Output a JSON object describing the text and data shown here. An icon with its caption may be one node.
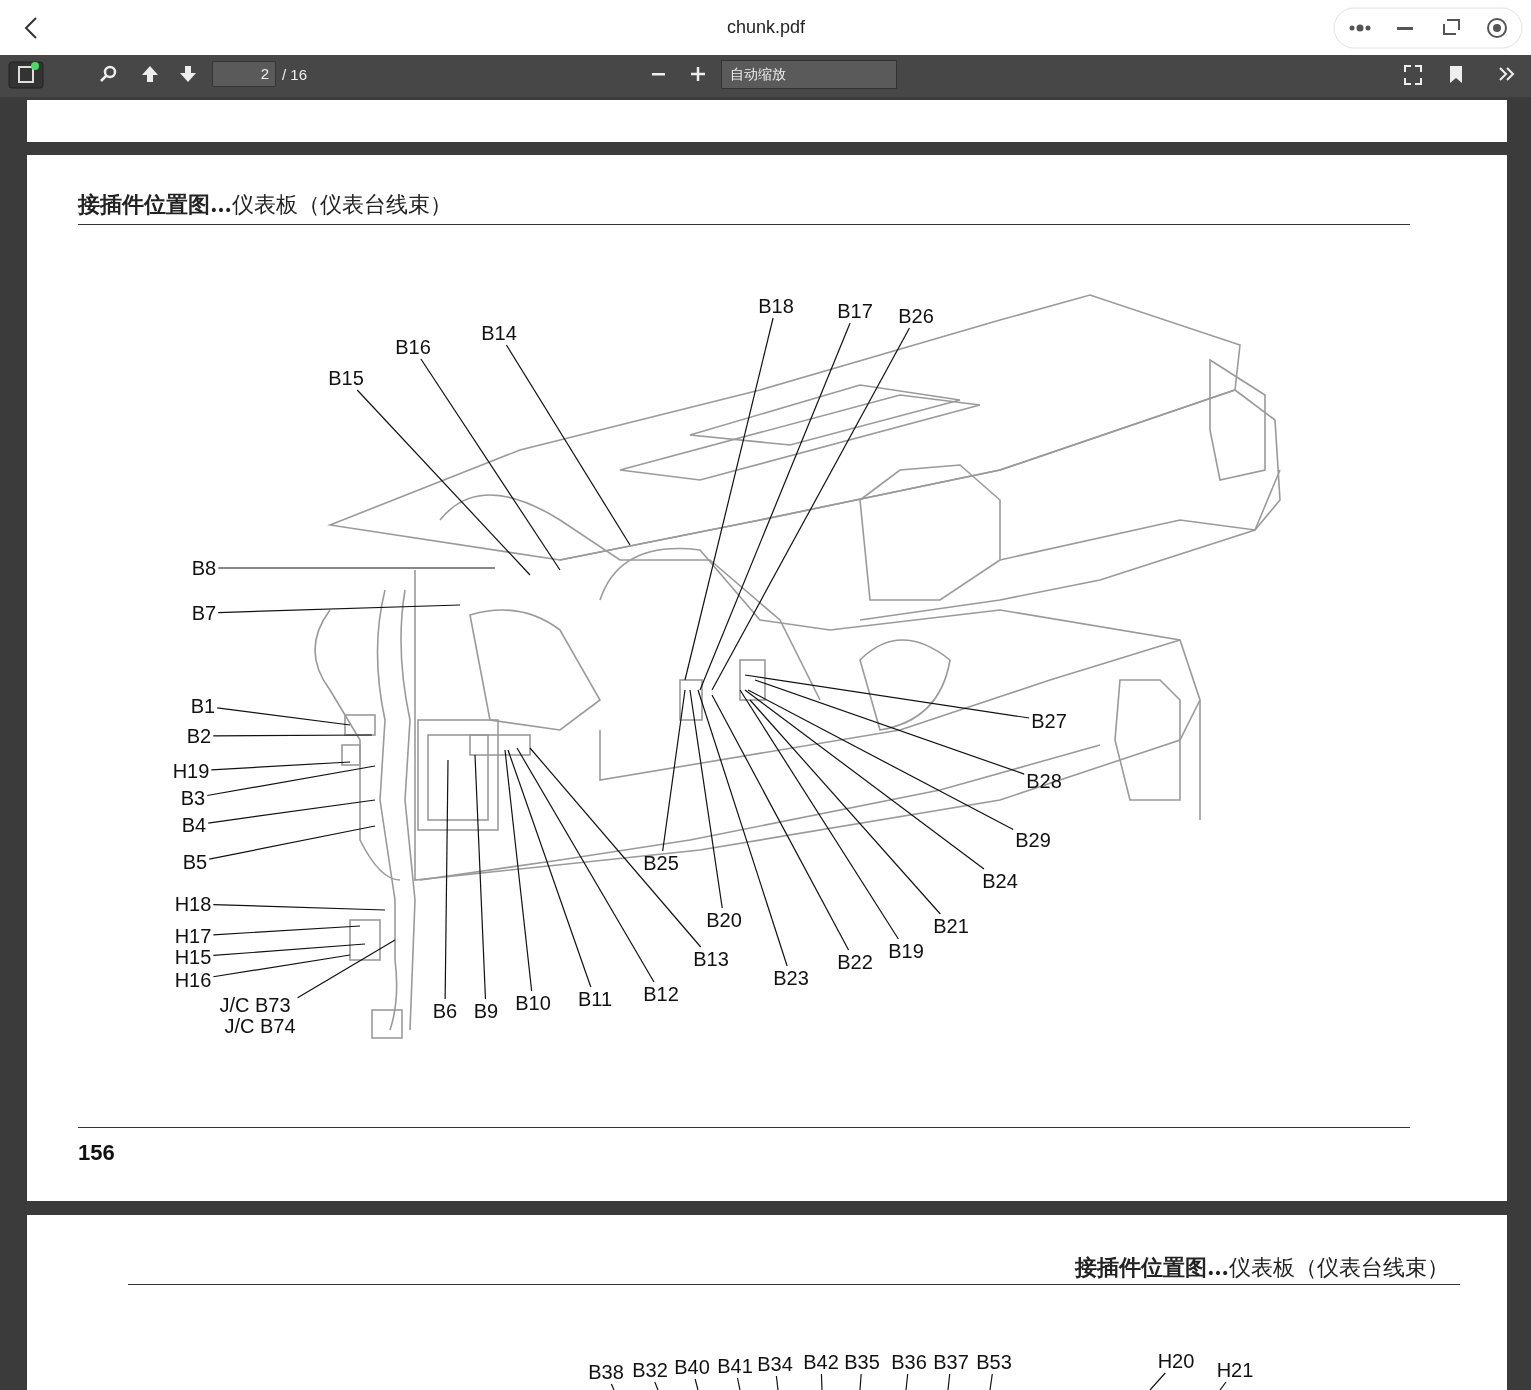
{
  "diagram": {
    "title": "**接插件位置图…**仪表板（仪表台线束）",
    "nodes": [
      {
        "text": [
          "B18"
        ]
      },
      {
        "text": [
          "B17"
        ]
      },
      {
        "text": [
          "B26"
        ]
      },
      {
        "text": [
          "B14"
        ]
      },
      {
        "text": [
          "B16"
        ]
      },
      {
        "text": [
          "B15"
        ]
      },
      {
        "text": [
          "B8"
        ]
      },
      {
        "text": [
          "B7"
        ]
      },
      {
        "text": [
          "B1"
        ]
      },
      {
        "text": [
          "B2"
        ]
      },
      {
        "text": [
          "H19"
        ]
      },
      {
        "text": [
          "B3"
        ]
      },
      {
        "text": [
          "B4"
        ]
      },
      {
        "text": [
          "B5"
        ]
      },
      {
        "text": [
          "H18"
        ]
      },
      {
        "text": [
          "H17"
        ]
      },
      {
        "text": [
          "H15"
        ]
      },
      {
        "text": [
          "H16"
        ]
      },
      {
        "text": [
          "J/C B73"
        ]
      },
      {
        "text": [
          "J/C B74"
        ]
      },
      {
        "text": [
          "B6"
        ]
      },
      {
        "text": [
          "B9"
        ]
      },
      {
        "text": [
          "B10"
        ]
      },
      {
        "text": [
          "B11"
        ]
      },
      {
        "text": [
          "B12"
        ]
      },
      {
        "text": [
          "B13"
        ]
      },
      {
        "text": [
          "B25"
        ]
      },
      {
        "text": [
          "B20"
        ]
      },
      {
        "text": [
          "B23"
        ]
      },
      {
        "text": [
          "B22"
        ]
      },
      {
        "text": [
          "B19"
        ]
      },
      {
        "text": [
          "B21"
        ]
      },
      {
        "text": [
          "B24"
        ]
      },
      {
        "text": [
          "B29"
        ]
      },
      {
        "text": [
          "B28"
        ]
      },
      {
        "text": [
          "B27"
        ]
      },
      {
        "text": [
          "B38"
        ]
      },
      {
        "text": [
          "B32"
        ]
      },
      {
        "text": [
          "B40"
        ]
      },
      {
        "text": [
          "B41"
        ]
      },
      {
        "text": [
          "B34"
        ]
      },
      {
        "text": [
          "B42"
        ]
      },
      {
        "text": [
          "B35"
        ]
      },
      {
        "text": [
          "B36"
        ]
      },
      {
        "text": [
          "B37"
        ]
      },
      {
        "text": [
          "B53"
        ]
      },
      {
        "text": [
          "H20"
        ]
      },
      {
        "text": [
          "H21"
        ]
      }
    ],
    "edges": [
      {
        "from": 0,
        "to": null,
        "arrow": "none"
      },
      {
        "from": 1,
        "to": null,
        "arrow": "none"
      },
      {
        "from": 2,
        "to": null,
        "arrow": "none"
      },
      {
        "from": 3,
        "to": null,
        "arrow": "none"
      },
      {
        "from": 4,
        "to": null,
        "arrow": "none"
      },
      {
        "from": 5,
        "to": null,
        "arrow": "none"
      },
      {
        "from": 6,
        "to": null,
        "arrow": "none"
      },
      {
        "from": 7,
        "to": null,
        "arrow": "none"
      },
      {
        "from": 8,
        "to": null,
        "arrow": "none"
      },
      {
        "from": 9,
        "to": null,
        "arrow": "none"
      },
      {
        "from": 10,
        "to": null,
        "arrow": "none"
      },
      {
        "from": 11,
        "to": null,
        "arrow": "none"
      },
      {
        "from": 12,
        "to": null,
        "arrow": "none"
      },
      {
        "from": 13,
        "to": null,
        "arrow": "none"
      },
      {
        "from": 14,
        "to": null,
        "arrow": "none"
      },
      {
        "from": 15,
        "to": null,
        "arrow": "none"
      },
      {
        "from": 16,
        "to": null,
        "arrow": "none"
      },
      {
        "from": 17,
        "to": null,
        "arrow": "none"
      },
      {
        "from": 18,
        "to": null,
        "arrow": "none"
      },
      {
        "from": 19,
        "to": null,
        "arrow": "none"
      },
      {
        "from": 20,
        "to": null,
        "arrow": "none"
      },
      {
        "from": 21,
        "to": null,
        "arrow": "none"
      },
      {
        "from": 22,
        "to": null,
        "arrow": "none"
      },
      {
        "from": 23,
        "to": null,
        "arrow": "none"
      },
      {
        "from": 24,
        "to": null,
        "arrow": "none"
      },
      {
        "from": 25,
        "to": null,
        "arrow": "none"
      },
      {
        "from": 26,
        "to": null,
        "arrow": "none"
      },
      {
        "from": 27,
        "to": null,
        "arrow": "none"
      },
      {
        "from": 28,
        "to": null,
        "arrow": "none"
      },
      {
        "from": 29,
        "to": null,
        "arrow": "none"
      },
      {
        "from": 30,
        "to": null,
        "arrow": "none"
      },
      {
        "from": 31,
        "to": null,
        "arrow": "none"
      },
      {
        "from": 32,
        "to": null,
        "arrow": "none"
      },
      {
        "from": 33,
        "to": null,
        "arrow": "none"
      },
      {
        "from": 34,
        "to": null,
        "arrow": "none"
      },
      {
        "from": 35,
        "to": null,
        "arrow": "none"
      },
      {
        "from": 36,
        "to": null,
        "arrow": "none"
      },
      {
        "from": 37,
        "to": null,
        "arrow": "none"
      },
      {
        "from": 38,
        "to": null,
        "arrow": "none"
      },
      {
        "from": 39,
        "to": null,
        "arrow": "none"
      },
      {
        "from": 40,
        "to": null,
        "arrow": "none"
      },
      {
        "from": 41,
        "to": null,
        "arrow": "none"
      },
      {
        "from": 42,
        "to": null,
        "arrow": "none"
      },
      {
        "from": 43,
        "to": null,
        "arrow": "none"
      },
      {
        "from": 44,
        "to": null,
        "arrow": "none"
      },
      {
        "from": 45,
        "to": null,
        "arrow": "none"
      },
      {
        "from": 46,
        "to": null,
        "arrow": "none"
      },
      {
        "from": 47,
        "to": null,
        "arrow": "none"
      }
    ],
    "labels": [
      "chunk.pdf",
      "2",
      "/ 16",
      "自动缩放",
      "156",
      "**接插件位置图…**仪表板（仪表台线束）"
    ]
  }
}
